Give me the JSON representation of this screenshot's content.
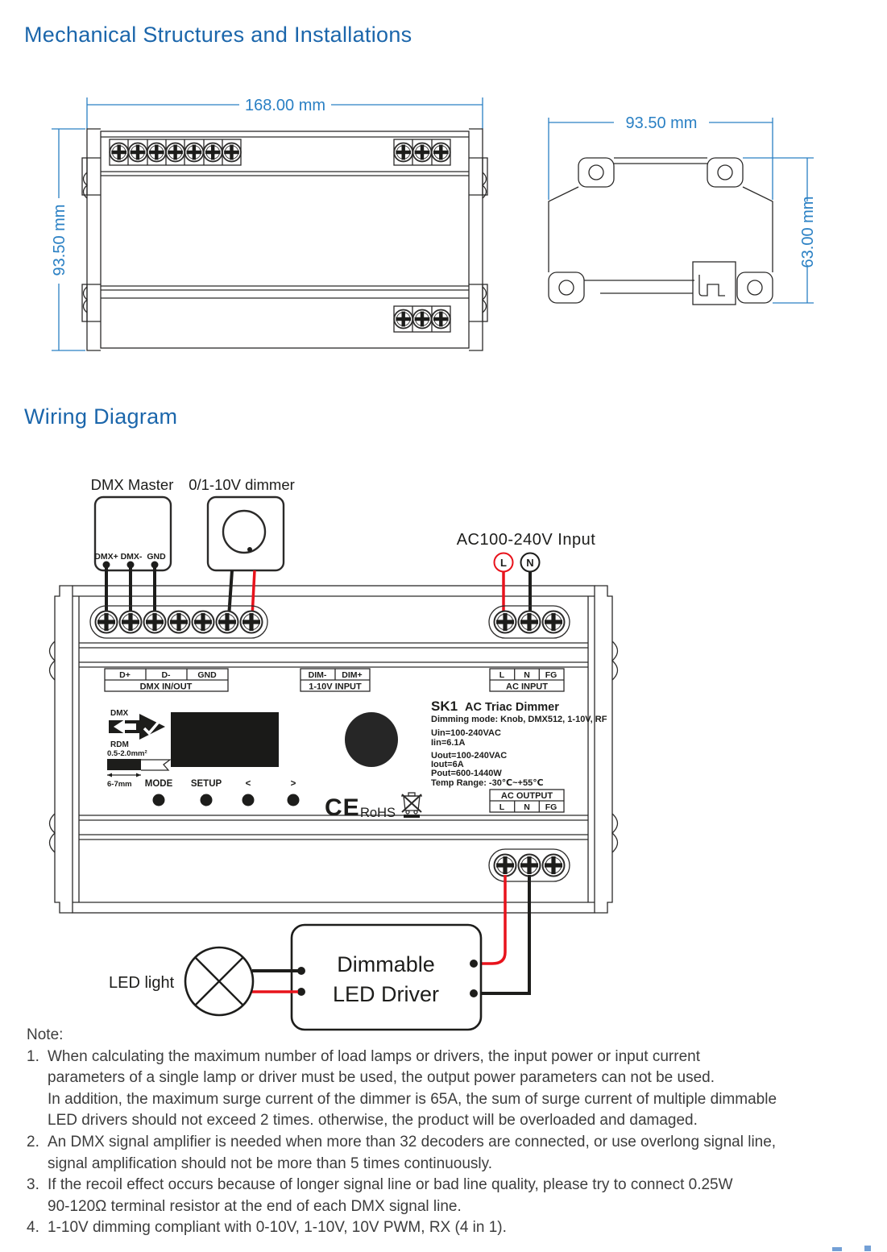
{
  "headings": {
    "mechanical": "Mechanical Structures and Installations",
    "wiring": "Wiring Diagram"
  },
  "mechanical": {
    "front": {
      "width": "168.00 mm",
      "height": "93.50 mm"
    },
    "side": {
      "width": "93.50 mm",
      "height": "63.00 mm"
    }
  },
  "wiring": {
    "dmx_master": {
      "title": "DMX Master",
      "pins": [
        "DMX+",
        "DMX-",
        "GND"
      ]
    },
    "dimmer": {
      "title": "0/1-10V dimmer"
    },
    "mains": {
      "title": "AC100-240V Input",
      "live": "L",
      "neutral": "N"
    },
    "device": {
      "dmx_io": {
        "pins": [
          "D+",
          "D-",
          "GND"
        ],
        "caption": "DMX IN/OUT"
      },
      "dim_in": {
        "pins": [
          "DIM-",
          "DIM+"
        ],
        "caption": "1-10V INPUT"
      },
      "ac_in": {
        "pins": [
          "L",
          "N",
          "FG"
        ],
        "caption": "AC INPUT"
      },
      "ac_out": {
        "caption": "AC OUTPUT",
        "pins": [
          "L",
          "N",
          "FG"
        ]
      },
      "dmx_rdm": {
        "top": "DMX",
        "bottom": "RDM"
      },
      "wire_gauge": {
        "size": "0.5-2.0mm²",
        "strip": "6-7mm"
      },
      "buttons": [
        "MODE",
        "SETUP",
        "<",
        ">"
      ],
      "model": "SK1",
      "model_suffix": "AC Triac Dimmer",
      "specs": [
        "Dimming mode: Knob, DMX512, 1-10V, RF",
        "Uin=100-240VAC",
        "Iin=6.1A",
        "Uout=100-240VAC",
        "Iout=6A",
        "Pout=600-1440W",
        "Temp Range: -30℃~+55℃"
      ],
      "ce": "CE",
      "rohs": "RoHS"
    },
    "driver": {
      "line1": "Dimmable",
      "line2": "LED Driver"
    },
    "led": {
      "label": "LED light"
    }
  },
  "notes": {
    "title": "Note:",
    "items": [
      {
        "num": "1.",
        "lines": [
          "When calculating the maximum number of load lamps or drivers, the input power or input current",
          "parameters of a single lamp or driver must be used, the output power parameters can not be used.",
          "In addition, the maximum surge current of the dimmer is 65A, the sum of surge current of multiple dimmable",
          "LED drivers should not exceed 2 times. otherwise, the product will be overloaded and damaged."
        ]
      },
      {
        "num": "2.",
        "lines": [
          "An DMX signal amplifier is needed when more than 32 decoders are connected, or use overlong signal line,",
          "signal amplification should not be more than 5 times continuously."
        ]
      },
      {
        "num": "3.",
        "lines": [
          "If the recoil effect occurs because of longer signal line or bad line quality, please try to connect 0.25W",
          "90-120Ω terminal resistor at the end of each DMX signal line."
        ]
      },
      {
        "num": "4.",
        "lines": [
          "1-10V dimming compliant with 0-10V, 1-10V, 10V PWM, RX (4 in 1)."
        ]
      }
    ]
  },
  "colors": {
    "heading_blue": "#1b66ab",
    "dimension_blue": "#2a80c4",
    "wire_red": "#e8131c",
    "line": "#2b2a29"
  }
}
